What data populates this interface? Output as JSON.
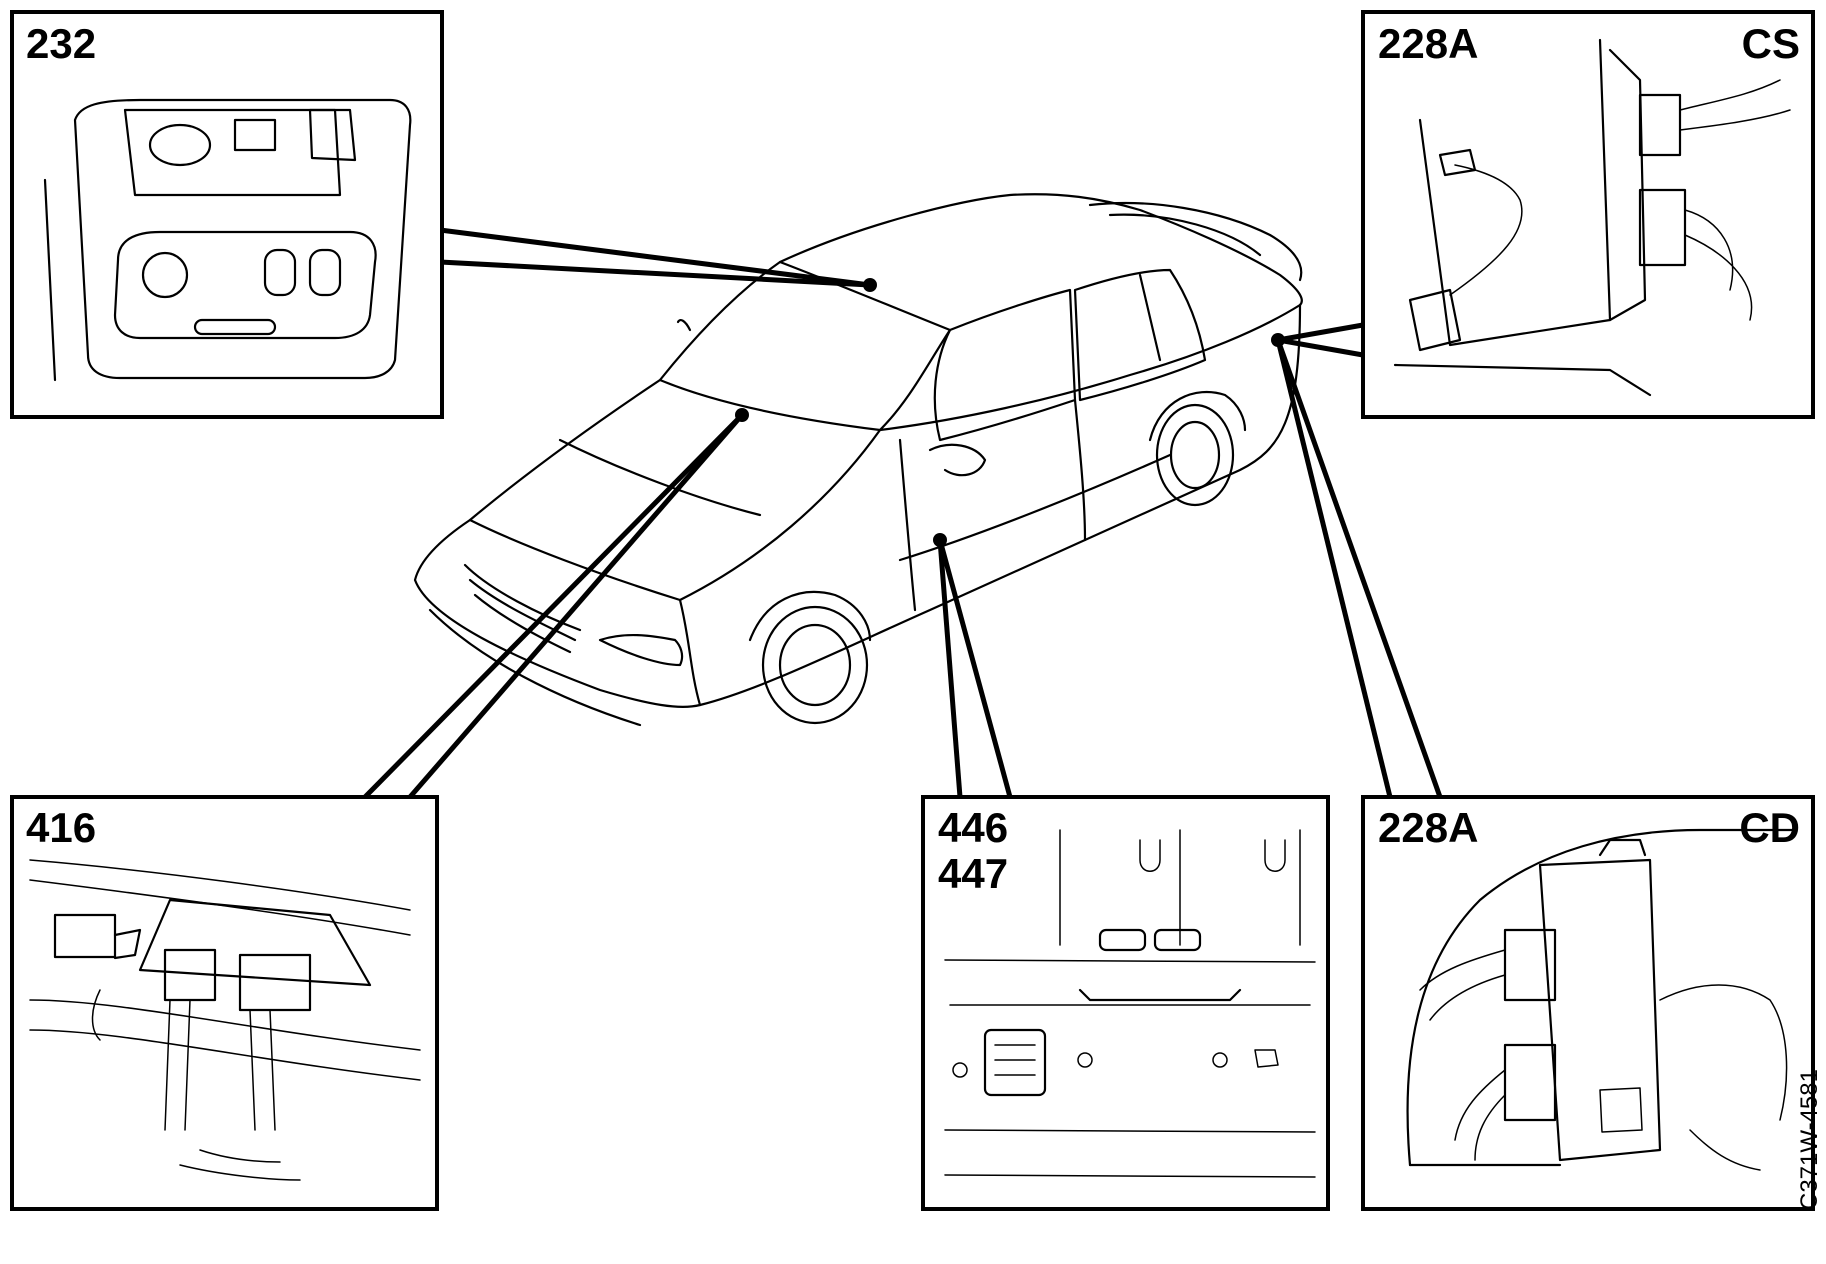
{
  "callouts": {
    "c232": {
      "label": "232"
    },
    "c228a_cs": {
      "label": "228A",
      "sublabel": "CS"
    },
    "c416": {
      "label": "416"
    },
    "c446_447": {
      "label_line1": "446",
      "label_line2": "447"
    },
    "c228a_cd": {
      "label": "228A",
      "sublabel": "CD"
    }
  },
  "figure_code": "C371W-4581"
}
